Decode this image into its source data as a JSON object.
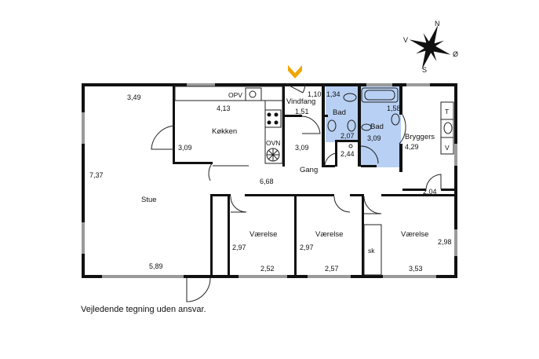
{
  "rooms": {
    "stue": "Stue",
    "kokken": "Køkken",
    "vindfang": "Vindfang",
    "bad1": "Bad",
    "bad2": "Bad",
    "bryggers": "Bryggers",
    "gang": "Gang",
    "vaerelse1": "Værelse",
    "vaerelse2": "Værelse",
    "vaerelse3": "Værelse",
    "sk": "sk"
  },
  "fixtures": {
    "opv": "OPV",
    "ovn": "OVN",
    "t": "T",
    "v": "V"
  },
  "dims": {
    "stue_top": "3,49",
    "stue_left": "7,37",
    "stue_bottom": "5,89",
    "kokken_width": "4,13",
    "kokken_depth": "3,09",
    "vindfang_w": "1,10",
    "vindfang_d": "1,51",
    "bad1_w": "1,34",
    "bad1_d": "2,07",
    "bad2_w": "1,58",
    "bad2_d": "3,09",
    "wc_d": "2,44",
    "gang_depth": "3,09",
    "gang_width": "6,68",
    "bryggers_d": "4,29",
    "bryggers_w": "2,04",
    "v1_d": "2,97",
    "v1_w": "2,52",
    "v2_d": "2,97",
    "v2_w": "2,57",
    "v3_d": "2,98",
    "v3_w": "3,53"
  },
  "compass": {
    "n": "N",
    "s": "S",
    "v": "V",
    "o": "Ø"
  },
  "entrance_marker_color": "#f0a500",
  "bath_color": "#b8d0f3",
  "disclaimer": "Vejledende tegning uden ansvar."
}
